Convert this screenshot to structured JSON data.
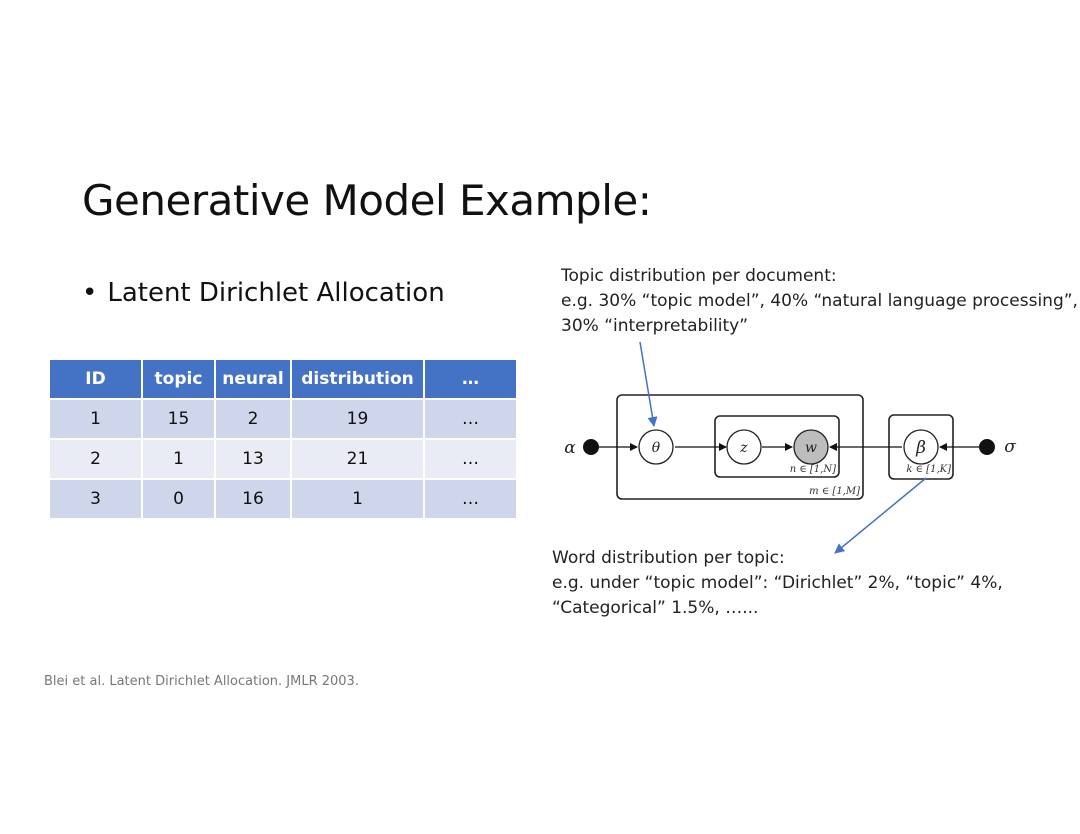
{
  "slide": {
    "title": "Generative Model Example:",
    "bullet": "Latent Dirichlet Allocation",
    "bullet_symbol": "•",
    "citation": "Blei et al. Latent Dirichlet Allocation. JMLR 2003."
  },
  "table": {
    "headers": [
      "ID",
      "topic",
      "neural",
      "distribution",
      "…"
    ],
    "rows": [
      [
        "1",
        "15",
        "2",
        "19",
        "…"
      ],
      [
        "2",
        "1",
        "13",
        "21",
        "…"
      ],
      [
        "3",
        "0",
        "16",
        "1",
        "…"
      ]
    ],
    "header_color": "#4472c4",
    "row_color_dark": "#cfd5ea",
    "row_color_light": "#e9ebf5"
  },
  "annotations": {
    "topic_distribution": {
      "line1": "Topic distribution per document:",
      "line2": "e.g. 30% “topic model”, 40% “natural language processing”,",
      "line3": "30% “interpretability”"
    },
    "word_distribution": {
      "line1": "Word distribution per topic:",
      "line2": "e.g. under “topic model”: “Dirichlet” 2%, “topic” 4%,",
      "line3": "“Categorical” 1.5%, …..."
    },
    "arrow_color": "#4472c4"
  },
  "diagram": {
    "nodes": {
      "alpha": "α",
      "theta": "θ",
      "z": "z",
      "w": "w",
      "beta": "β",
      "sigma": "σ"
    },
    "plates": {
      "word_plate": "n ∈ [1,N]",
      "document_plate": "m ∈ [1,M]",
      "topic_plate": "k ∈ [1,K]"
    }
  }
}
